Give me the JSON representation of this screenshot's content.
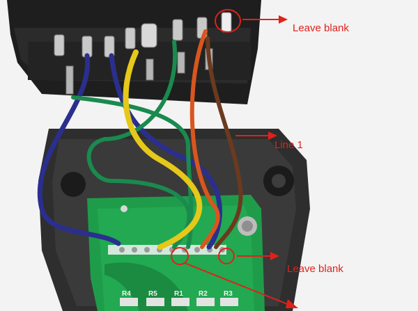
{
  "annotations": {
    "top_label": "Leave blank",
    "line_label": "Line 1",
    "bottom_label": "Leave blank"
  },
  "board": {
    "silkscreen": [
      "R4",
      "R5",
      "R1",
      "R2",
      "R3"
    ]
  },
  "colors": {
    "annotation_red": "#e0211b",
    "wire_blue": "#2a2f8e",
    "wire_green": "#1a8a4e",
    "wire_yellow": "#e6c81a",
    "wire_orange": "#d9561e",
    "wire_brown": "#6b3a1e",
    "pcb_green": "#1f9c4a",
    "housing": "#2a2a2a"
  }
}
